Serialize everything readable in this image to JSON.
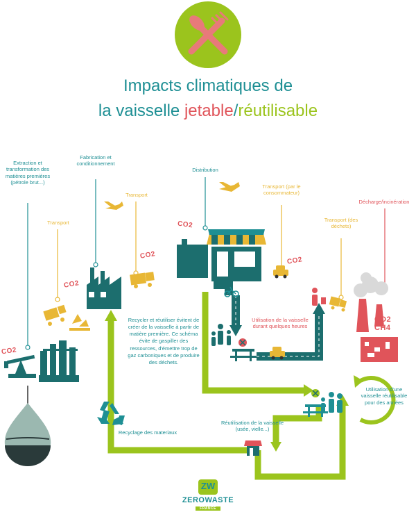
{
  "title": {
    "line1": "Impacts climatiques de",
    "line2_prefix": "la vaisselle ",
    "line2_red": "jetable",
    "line2_sep": "/",
    "line2_green": "réutilisable"
  },
  "labels": {
    "extraction": "Extraction et transformation des matières premières (pétrole brut...)",
    "transport1": "Transport",
    "fabrication": "Fabrication et conditionnement",
    "transport2": "Transport",
    "distribution": "Distribution",
    "transport3": "Transport (par le consommateur)",
    "transport4": "Transport (des déchets)",
    "decharge": "Décharge/incinération",
    "utilisation_jetable": "Utilisation de la vaisselle durant quelques heures",
    "recycler": "Recycler et réutiliser évitent de créer de la vaisselle à partir de matière première. Ce schéma évite de gaspiller des ressources, d'émettre trop de gaz carboniques et de produire des déchets.",
    "reutilisation": "Réutilisation de la vaisselle (usée, vielle...)",
    "recyclage": "Recyclage des materiaux",
    "utilisation_reutilisable": "Utilisation d'une vaisselle réutilisable pour des années"
  },
  "emissions": {
    "co2": "CO2",
    "ch4": "CH4"
  },
  "logo": {
    "mark": "ZW",
    "name": "ZEROWASTE",
    "country": "FRANCE"
  },
  "colors": {
    "teal": "#1e8f94",
    "dark_teal": "#1c6e6e",
    "yellow": "#e8b735",
    "red": "#e0545a",
    "green": "#9bc41d",
    "pink": "#e87a7a",
    "black_oil": "#2a3a3a"
  },
  "icons": {
    "header": "fork-knife-icon",
    "oil_drop": "oil-drop-icon",
    "pumpjack": "pumpjack-icon",
    "refinery": "refinery-icon",
    "factory": "factory-icon",
    "shop": "shop-icon",
    "plane": "airplane-icon",
    "truck": "truck-icon",
    "car": "car-icon",
    "bike": "bicycle-icon",
    "family": "family-icon",
    "table": "picnic-table-icon",
    "trash": "trash-person-icon",
    "incinerator": "incinerator-icon",
    "recycle": "recycle-icon",
    "reuse_cycle": "reuse-arrow-icon"
  }
}
